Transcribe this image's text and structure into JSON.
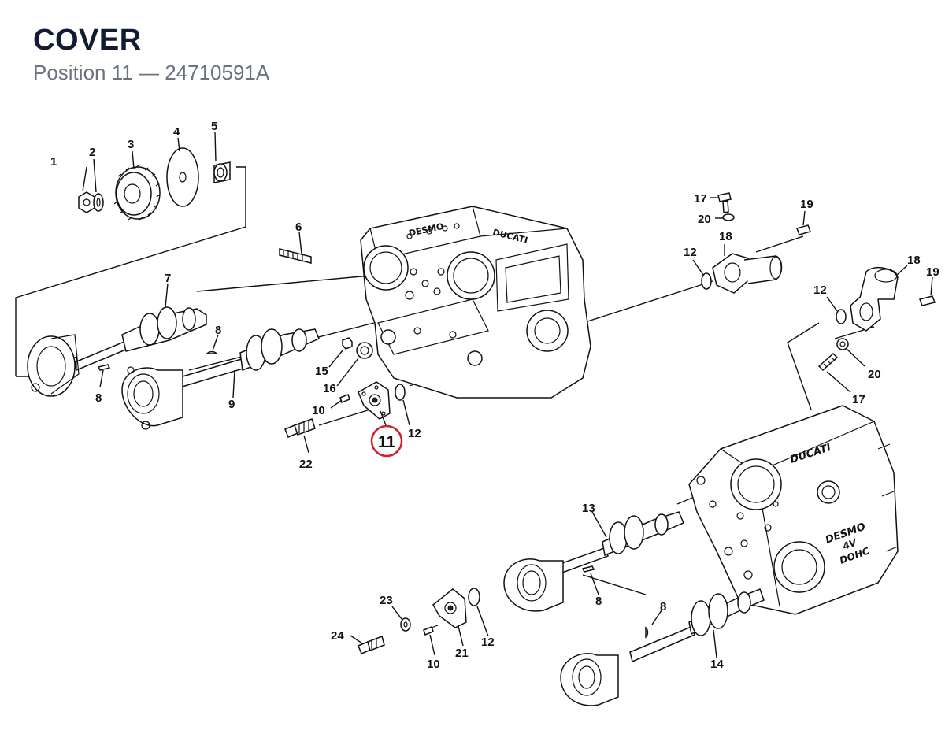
{
  "header": {
    "title": "COVER",
    "position_label": "Position 11",
    "separator": "—",
    "part_number": "24710591A"
  },
  "diagram": {
    "highlight_color": "#d0202a",
    "highlighted_label": "11",
    "callouts": {
      "c1": "1",
      "c2": "2",
      "c3": "3",
      "c4": "4",
      "c5": "5",
      "c6": "6",
      "c7": "7",
      "c8a": "8",
      "c8b": "8",
      "c9": "9",
      "c10a": "10",
      "c10b": "10",
      "c12a": "12",
      "c12b": "12",
      "c12c": "12",
      "c12d": "12",
      "c13": "13",
      "c14": "14",
      "c15": "15",
      "c16": "16",
      "c17a": "17",
      "c17b": "17",
      "c18a": "18",
      "c18b": "18",
      "c19a": "19",
      "c19b": "19",
      "c20a": "20",
      "c20b": "20",
      "c21": "21",
      "c22": "22",
      "c23": "23",
      "c24": "24",
      "c8c": "8",
      "c8d": "8"
    }
  }
}
